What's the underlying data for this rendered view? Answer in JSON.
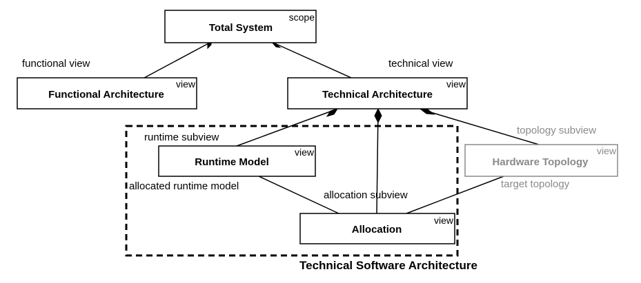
{
  "boxes": {
    "total_system": {
      "title": "Total System",
      "tag": "scope"
    },
    "functional_architecture": {
      "title": "Functional Architecture",
      "tag": "view"
    },
    "technical_architecture": {
      "title": "Technical Architecture",
      "tag": "view"
    },
    "runtime_model": {
      "title": "Runtime Model",
      "tag": "view"
    },
    "hardware_topology": {
      "title": "Hardware Topology",
      "tag": "view"
    },
    "allocation": {
      "title": "Allocation",
      "tag": "view"
    }
  },
  "labels": {
    "functional_view": "functional view",
    "technical_view": "technical view",
    "runtime_subview": "runtime subview",
    "topology_subview": "topology subview",
    "allocated_runtime_model": "allocated runtime model",
    "allocation_subview": "allocation subview",
    "target_topology": "target topology"
  },
  "caption": "Technical Software Architecture",
  "colors": {
    "line": "#000000",
    "inactive": "#8a8a8a"
  }
}
